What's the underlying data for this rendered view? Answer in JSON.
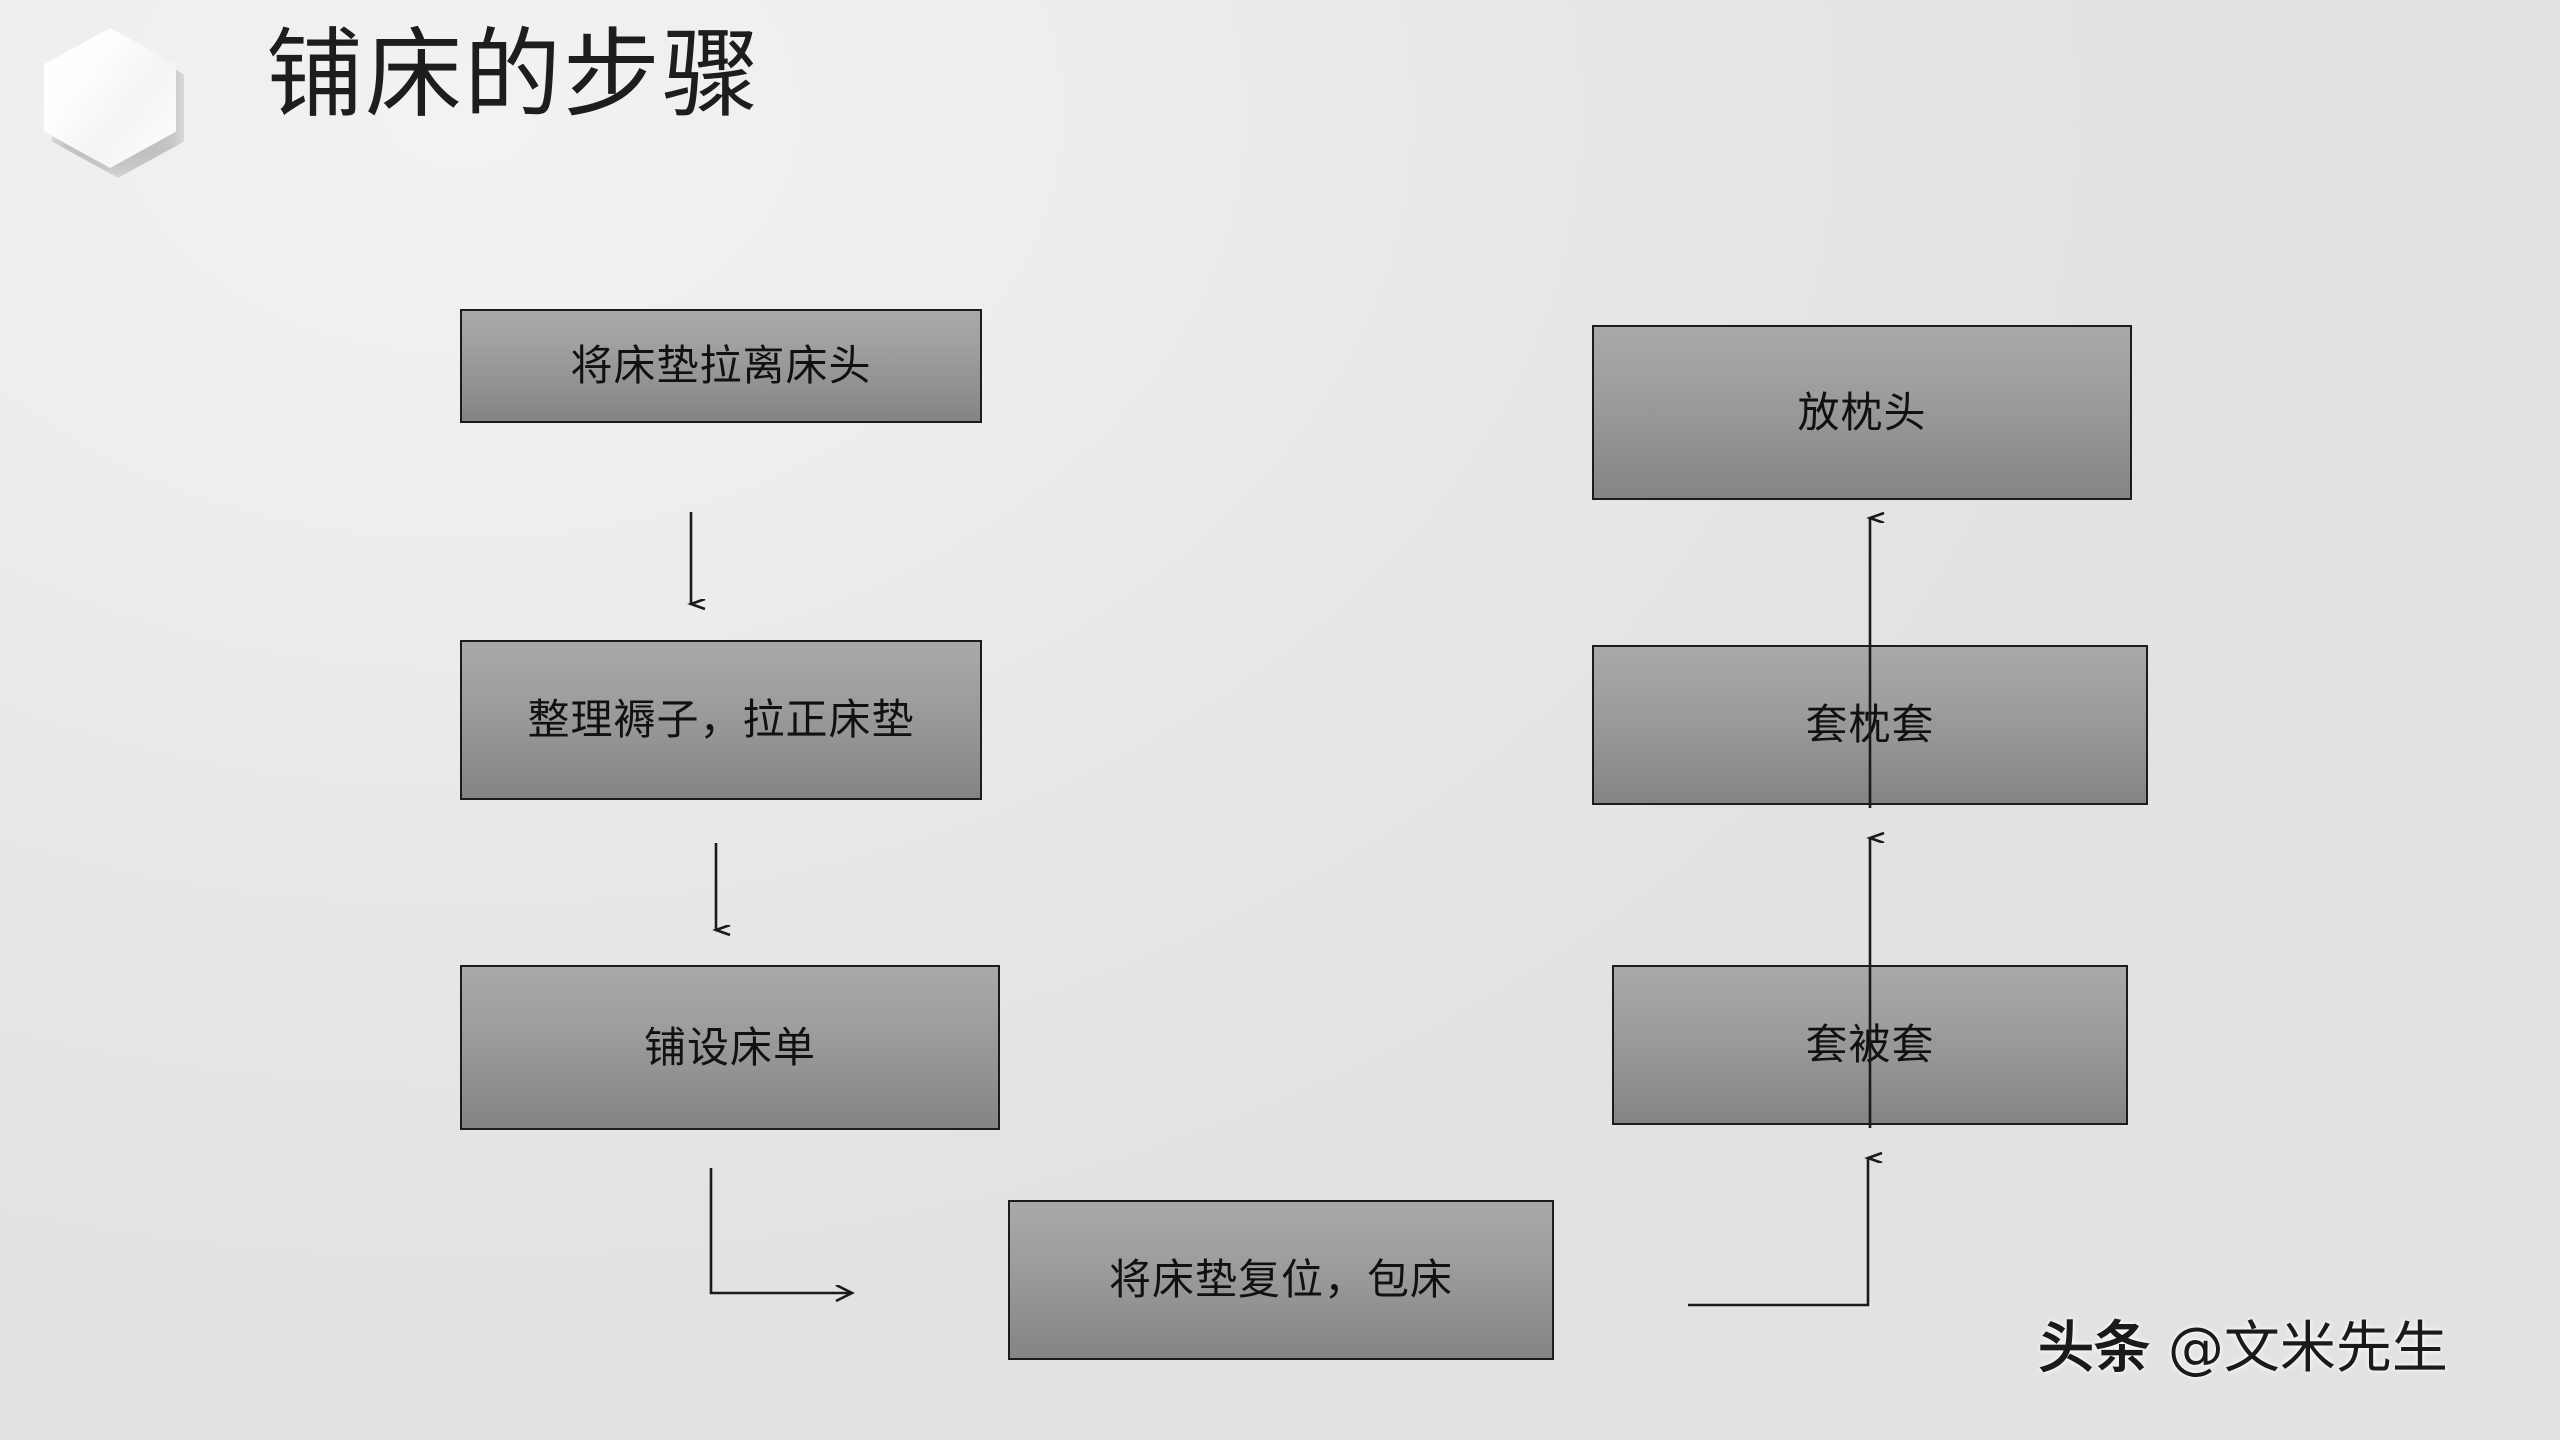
{
  "slide": {
    "title": "铺床的步骤",
    "logo_icon": "hexagon-icon",
    "background_color": "#ebebeb",
    "node_fill_top": "#a9a9a9",
    "node_fill_bottom": "#848484",
    "node_border_color": "#1c1c1c",
    "connector_color": "#1a1a1a"
  },
  "flow": {
    "nodes": [
      {
        "id": "node-1",
        "name": "pull-mattress-away-from-headboard",
        "text": "将床垫拉离床头",
        "lines": [
          "将床垫拉离床头"
        ]
      },
      {
        "id": "node-2",
        "name": "tidy-mattress-pad",
        "text": "整理褥子，拉正床垫",
        "lines": [
          "整理褥子，拉正床",
          "垫"
        ]
      },
      {
        "id": "node-3",
        "name": "lay-bed-sheet",
        "text": "铺设床单",
        "lines": [
          "铺设床单"
        ]
      },
      {
        "id": "node-4",
        "name": "reposition-mattress-wrap-bed",
        "text": "将床垫复位，包床",
        "lines": [
          "将床垫复位，包床"
        ]
      },
      {
        "id": "node-5",
        "name": "put-quilt-cover-on",
        "text": "套被套",
        "lines": [
          "套被套"
        ]
      },
      {
        "id": "node-6",
        "name": "put-pillowcase-on",
        "text": "套枕套",
        "lines": [
          "套枕套"
        ]
      },
      {
        "id": "node-7",
        "name": "place-pillow",
        "text": "放枕头",
        "lines": [
          "放枕头"
        ]
      }
    ],
    "connectors": [
      {
        "name": "arrow-node1-to-node2",
        "type": "straight-down"
      },
      {
        "name": "arrow-node2-to-node3",
        "type": "straight-down"
      },
      {
        "name": "arrow-node3-to-node4",
        "type": "elbow-down-right"
      },
      {
        "name": "arrow-node4-to-node5",
        "type": "elbow-right-up"
      },
      {
        "name": "arrow-node5-to-node6",
        "type": "straight-up"
      },
      {
        "name": "arrow-node6-to-node7",
        "type": "straight-up"
      }
    ]
  },
  "watermark": {
    "platform": "头条",
    "handle": "@文米先生",
    "full": "头条 @文米先生"
  }
}
